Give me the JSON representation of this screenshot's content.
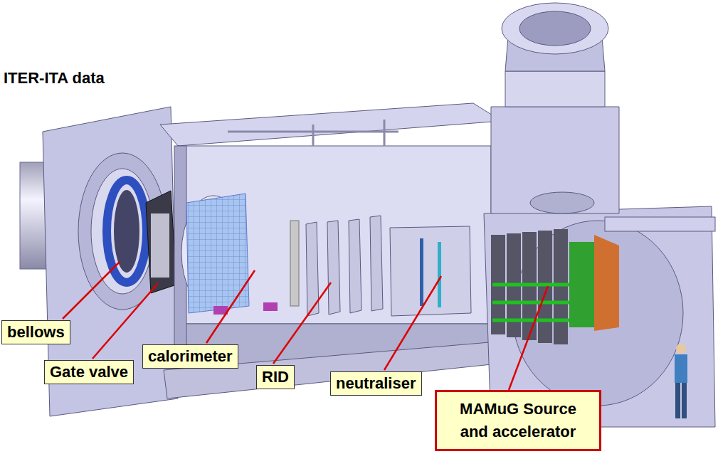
{
  "diagram": {
    "title": "ITER-ITA data",
    "nodes": [
      {
        "text": [
          "bellows"
        ]
      },
      {
        "text": [
          "Gate valve"
        ]
      },
      {
        "text": [
          "calorimeter"
        ]
      },
      {
        "text": [
          "RID"
        ]
      },
      {
        "text": [
          "neutraliser"
        ]
      },
      {
        "text": [
          "MAMuG Source and accelerator"
        ]
      }
    ]
  }
}
